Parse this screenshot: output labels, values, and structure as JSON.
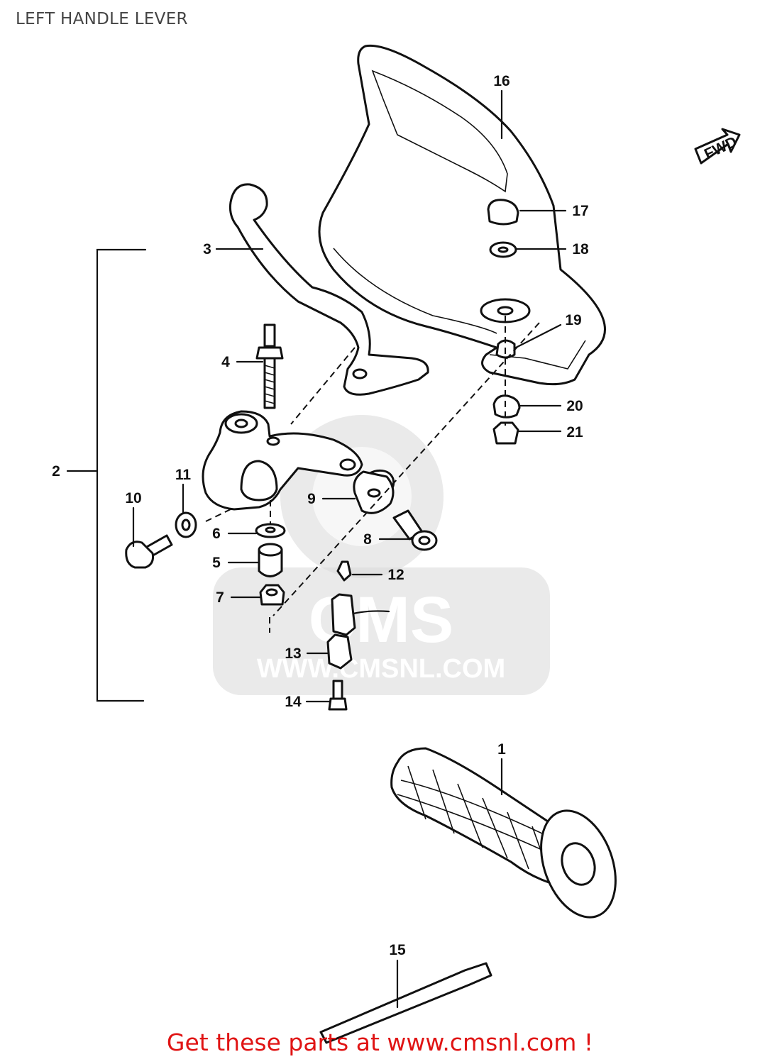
{
  "title": "LEFT HANDLE LEVER",
  "footer": "Get these parts at www.cmsnl.com !",
  "watermark": {
    "brand": "CMS",
    "url": "WWW.CMSNL.COM"
  },
  "direction_marker": "FWD",
  "callouts": [
    "1",
    "2",
    "3",
    "4",
    "5",
    "6",
    "7",
    "8",
    "9",
    "10",
    "11",
    "12",
    "13",
    "14",
    "15",
    "16",
    "17",
    "18",
    "19",
    "20",
    "21"
  ]
}
